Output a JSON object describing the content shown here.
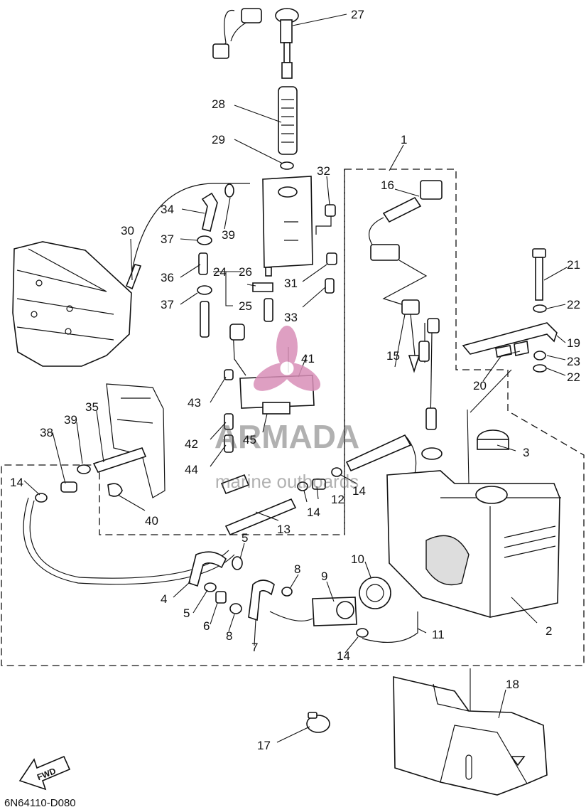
{
  "diagram": {
    "drawing_code": "6N64110-D080",
    "fwd_label": "FWD",
    "watermark": {
      "brand": "ARMADA",
      "tagline": "marine outboards",
      "color": "#d98fb8"
    },
    "callouts": [
      {
        "id": "c1",
        "text": "1"
      },
      {
        "id": "c2",
        "text": "2"
      },
      {
        "id": "c3",
        "text": "3"
      },
      {
        "id": "c4",
        "text": "4"
      },
      {
        "id": "c5a",
        "text": "5"
      },
      {
        "id": "c5b",
        "text": "5"
      },
      {
        "id": "c6",
        "text": "6"
      },
      {
        "id": "c7",
        "text": "7"
      },
      {
        "id": "c8a",
        "text": "8"
      },
      {
        "id": "c8b",
        "text": "8"
      },
      {
        "id": "c9",
        "text": "9"
      },
      {
        "id": "c10",
        "text": "10"
      },
      {
        "id": "c11",
        "text": "11"
      },
      {
        "id": "c12",
        "text": "12"
      },
      {
        "id": "c13",
        "text": "13"
      },
      {
        "id": "c14a",
        "text": "14"
      },
      {
        "id": "c14b",
        "text": "14"
      },
      {
        "id": "c14c",
        "text": "14"
      },
      {
        "id": "c14d",
        "text": "14"
      },
      {
        "id": "c15",
        "text": "15"
      },
      {
        "id": "c16",
        "text": "16"
      },
      {
        "id": "c17",
        "text": "17"
      },
      {
        "id": "c18",
        "text": "18"
      },
      {
        "id": "c19",
        "text": "19"
      },
      {
        "id": "c20",
        "text": "20"
      },
      {
        "id": "c21",
        "text": "21"
      },
      {
        "id": "c22a",
        "text": "22"
      },
      {
        "id": "c22b",
        "text": "22"
      },
      {
        "id": "c23",
        "text": "23"
      },
      {
        "id": "c24",
        "text": "24"
      },
      {
        "id": "c25",
        "text": "25"
      },
      {
        "id": "c26",
        "text": "26"
      },
      {
        "id": "c27",
        "text": "27"
      },
      {
        "id": "c28",
        "text": "28"
      },
      {
        "id": "c29",
        "text": "29"
      },
      {
        "id": "c30",
        "text": "30"
      },
      {
        "id": "c31",
        "text": "31"
      },
      {
        "id": "c32",
        "text": "32"
      },
      {
        "id": "c33",
        "text": "33"
      },
      {
        "id": "c34",
        "text": "34"
      },
      {
        "id": "c35",
        "text": "35"
      },
      {
        "id": "c36",
        "text": "36"
      },
      {
        "id": "c37a",
        "text": "37"
      },
      {
        "id": "c37b",
        "text": "37"
      },
      {
        "id": "c38",
        "text": "38"
      },
      {
        "id": "c39a",
        "text": "39"
      },
      {
        "id": "c39b",
        "text": "39"
      },
      {
        "id": "c40",
        "text": "40"
      },
      {
        "id": "c41",
        "text": "41"
      },
      {
        "id": "c42",
        "text": "42"
      },
      {
        "id": "c43",
        "text": "43"
      },
      {
        "id": "c44",
        "text": "44"
      },
      {
        "id": "c45",
        "text": "45"
      }
    ]
  }
}
